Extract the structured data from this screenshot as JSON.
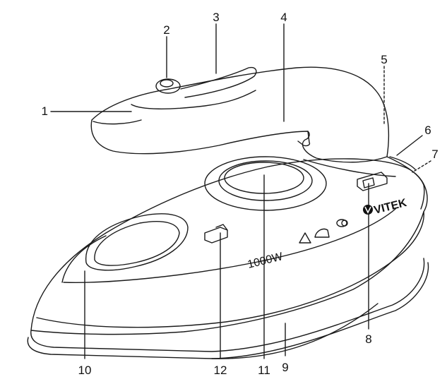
{
  "diagram": {
    "callouts": [
      {
        "id": "1",
        "label": "1"
      },
      {
        "id": "2",
        "label": "2"
      },
      {
        "id": "3",
        "label": "3"
      },
      {
        "id": "4",
        "label": "4"
      },
      {
        "id": "5",
        "label": "5"
      },
      {
        "id": "6",
        "label": "6"
      },
      {
        "id": "7",
        "label": "7"
      },
      {
        "id": "8",
        "label": "8"
      },
      {
        "id": "9",
        "label": "9"
      },
      {
        "id": "10",
        "label": "10"
      },
      {
        "id": "11",
        "label": "11"
      },
      {
        "id": "12",
        "label": "12"
      }
    ],
    "power_rating": "1000W",
    "brand": "VITEK"
  }
}
